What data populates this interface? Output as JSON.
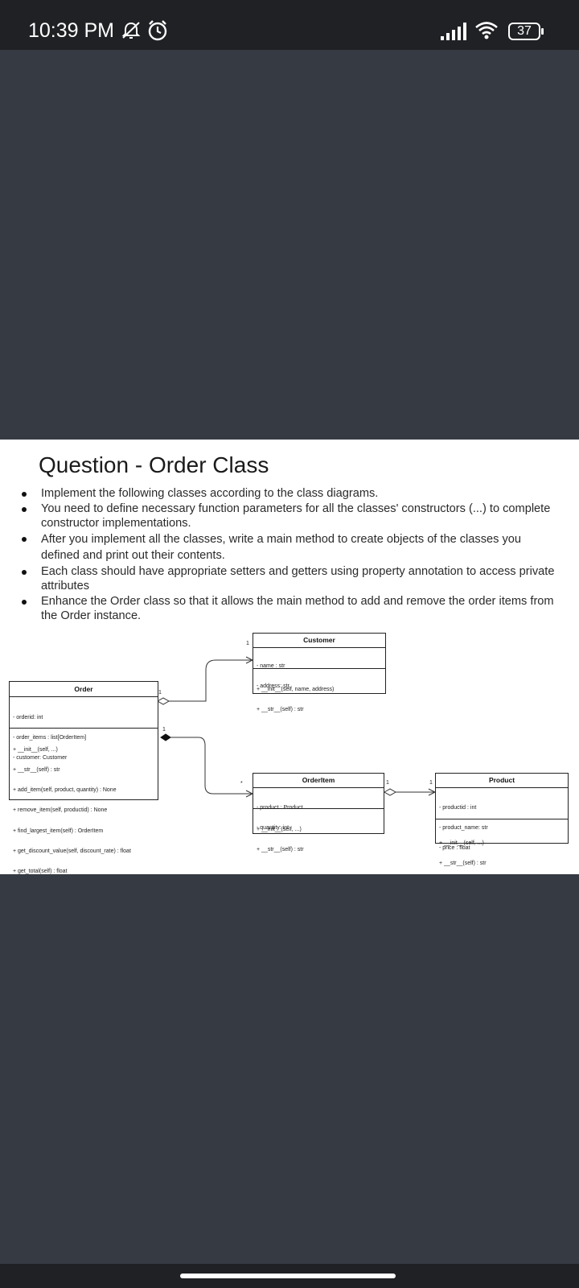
{
  "status_bar": {
    "time": "10:39 PM",
    "icons": [
      "notifications-muted-icon",
      "alarm-icon",
      "signal-icon",
      "wifi-icon",
      "battery-icon"
    ],
    "battery_level": "37"
  },
  "slide": {
    "title": "Question - Order Class",
    "bullets": [
      "Implement the following classes according to the class diagrams.",
      "You need to define necessary function parameters for all the classes' constructors (...) to complete constructor implementations.",
      "After you implement all the classes, write a main method to create objects of the classes you defined and print out their contents.",
      "Each class should have appropriate setters and getters using property annotation to access private attributes",
      "Enhance the Order class so that it allows the main method to add and remove the order items from the Order instance."
    ]
  },
  "diagram": {
    "order": {
      "name": "Order",
      "attributes": [
        "- orderid: int",
        "- order_items : list[OrderItem]",
        "- customer: Customer"
      ],
      "methods": [
        "+ __init__(self, ...)",
        "+ __str__(self) : str",
        "+ add_item(self, product, quantity) : None",
        "+ remove_item(self, productid) : None",
        "+ find_largest_item(self) : OrderItem",
        "+ get_discount_value(self, discount_rate) : float",
        "+ get_total(self) : float"
      ]
    },
    "customer": {
      "name": "Customer",
      "attributes": [
        "- name : str",
        "- address: str"
      ],
      "methods": [
        "+ __init__(self, name, address)",
        "+ __str__(self) : str"
      ]
    },
    "orderitem": {
      "name": "OrderItem",
      "attributes": [
        "- product : Product",
        "- quantity: int"
      ],
      "methods": [
        "+ __init__(self, ...)",
        "+ __str__(self) : str"
      ]
    },
    "product": {
      "name": "Product",
      "attributes": [
        "- productid : int",
        "- product_name: str",
        "- price : float"
      ],
      "methods": [
        "+ __init__(self, ...)",
        "+ __str__(self) : str"
      ]
    },
    "multiplicities": {
      "customer_end": "1",
      "order_customer_end": "1",
      "order_items_end": "1",
      "orderitem_many": "*",
      "orderitem_product_end": "1",
      "product_end": "1"
    }
  }
}
